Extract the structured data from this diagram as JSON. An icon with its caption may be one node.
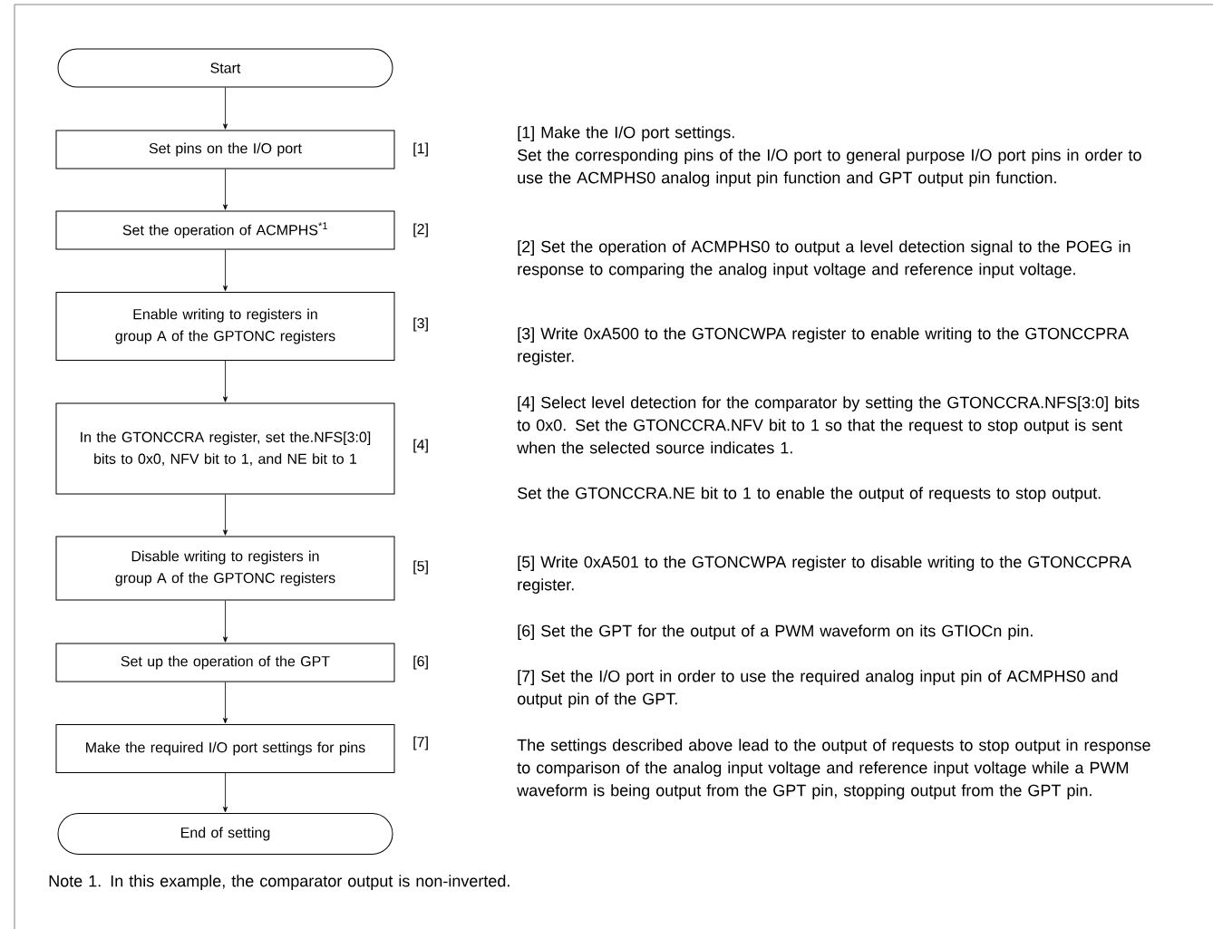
{
  "diagram": {
    "nodes": [
      {
        "text": [
          "Start"
        ]
      },
      {
        "text": [
          "Set pins on the I/O port"
        ],
        "beside": [
          "[1]"
        ]
      },
      {
        "text": [
          "Set the operation of ACMPHS$^{*1}$"
        ],
        "beside": [
          "[2]"
        ]
      },
      {
        "text": [
          "Enable writing to registers in group A of the GPTONC registers"
        ],
        "beside": [
          "[3]"
        ]
      },
      {
        "text": [
          "In the GTONCCRA register, set the.NFS[3:0] bits to 0x0, NFV bit to 1, and NE bit to 1"
        ],
        "beside": [
          "[4]"
        ]
      },
      {
        "text": [
          "Disable writing to registers in group A of the GPTONC registers"
        ],
        "beside": [
          "[5]"
        ]
      },
      {
        "text": [
          "Set up the operation of the GPT"
        ],
        "beside": [
          "[6]"
        ]
      },
      {
        "text": [
          "Make the required I/O port settings for pins"
        ],
        "beside": [
          "[7]"
        ]
      },
      {
        "text": [
          "End of setting"
        ]
      }
    ],
    "edges": [
      {
        "from": 0,
        "to": 1,
        "arrow": "to"
      },
      {
        "from": 1,
        "to": 2,
        "arrow": "to"
      },
      {
        "from": 2,
        "to": 3,
        "arrow": "to"
      },
      {
        "from": 3,
        "to": 4,
        "arrow": "to"
      },
      {
        "from": 4,
        "to": 5,
        "arrow": "to"
      },
      {
        "from": 5,
        "to": 6,
        "arrow": "to"
      },
      {
        "from": 6,
        "to": 7,
        "arrow": "to"
      },
      {
        "from": 7,
        "to": 8,
        "arrow": "to"
      }
    ],
    "labels": [
      "[1] Make the I/O port settings.",
      "Set the corresponding pins of the I/O port to general purpose I/O port pins in order to use the ACMPHS0 analog input pin function and GPT output pin function.",
      "[2] Set the operation of ACMPHS0 to output a level detection signal to the POEG in response to comparing the analog input voltage and reference input voltage.",
      "[3] Write 0xA500 to the GTONCWPA register to enable writing to the GTONCCPRA register.",
      "[4] Select level detection for the comparator by setting the GTONCCRA.NFS[3:0] bits to 0x0. Set the GTONCCRA.NFV bit to 1 so that the request to stop output is sent when the selected source indicates 1.",
      "Set the GTONCCRA.NE bit to 1 to enable the output of requests to stop output.",
      "[5] Write 0xA501 to the GTONCWPA register to disable writing to the GTONCCPRA register.",
      "[6] Set the GPT for the output of a PWM waveform on its GTIOCn pin.",
      "[7] Set the I/O port in order to use the required analog input pin of ACMPHS0 and output pin of the GPT.",
      "The settings described above lead to the output of requests to stop output in response to comparison of the analog input voltage and reference input voltage while a PWM waveform is being output from the GPT pin, stopping output from the GPT pin.",
      "Note 1. In this example, the comparator output is non-inverted."
    ]
  }
}
